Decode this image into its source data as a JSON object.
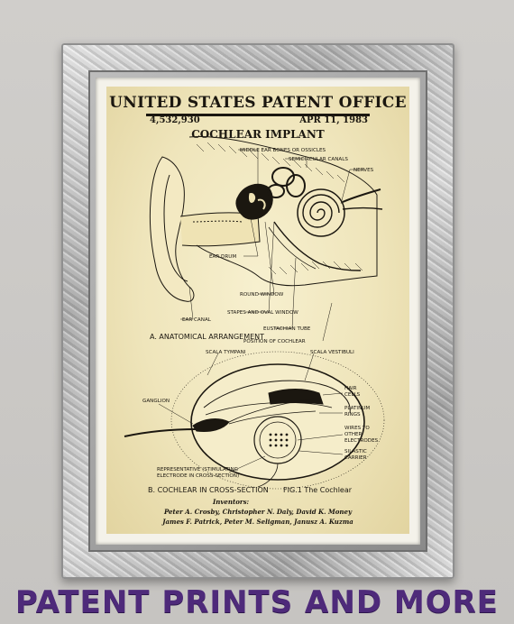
{
  "patent": {
    "office": "UNITED STATES PATENT OFFICE",
    "number": "4,532,930",
    "date": "APR 11, 1983",
    "title": "COCHLEAR IMPLANT"
  },
  "figure_a": {
    "caption": "A. ANATOMICAL ARRANGEMENT",
    "labels": {
      "middle_ear": "MIDDLE EAR BONES OR OSSICLES",
      "canals": "SEMICIRCULAR CANALS",
      "nerves": "NERVES",
      "ear_drum": "EAR DRUM",
      "round_window": "ROUND WINDOW",
      "stapes": "STAPES AND OVAL WINDOW",
      "eustachian": "EUSTACHIAN TUBE",
      "ear_canal": "EAR CANAL",
      "position": "POSITION OF COCHLEAR"
    }
  },
  "figure_b": {
    "caption": "B. COCHLEAR IN CROSS-SECTION",
    "fig_caption": "FIG.1  The Cochlear",
    "labels": {
      "tympani": "SCALA TYMPANI",
      "vestibuli": "SCALA VESTIBULI",
      "ganglion": "GANGLION",
      "hair1": "HAIR",
      "hair2": "CELLS",
      "platinum1": "PLATINUM",
      "platinum2": "RINGS",
      "wires1": "WIRES TO",
      "wires2": "OTHER",
      "wires3": "ELECTRODES",
      "silastic1": "SILASTIC",
      "silastic2": "CARRIER",
      "rep1": "REPRESENTATIVE (STIMULATING",
      "rep2": "ELECTRODE IN CROSS-SECTION)"
    }
  },
  "inventors": {
    "heading": "Inventors:",
    "line1": "Peter A. Crosby, Christopher N. Daly, David K. Money",
    "line2": "James F. Patrick, Peter M. Seligman, Janusz A. Kuzma"
  },
  "banner": "PATENT PRINTS AND MORE"
}
